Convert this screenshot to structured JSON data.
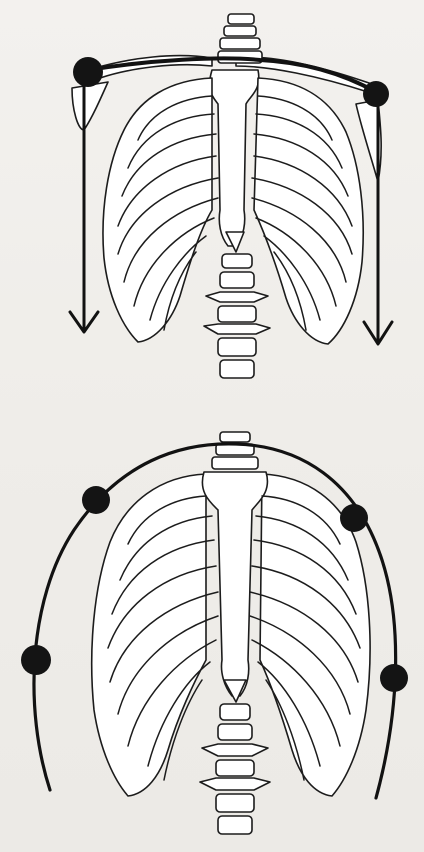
{
  "figure": {
    "panels": [
      {
        "id": "top",
        "arrows": [
          "left-down",
          "right-down"
        ],
        "joints": 2
      },
      {
        "id": "bottom",
        "arc": true,
        "joints": 4
      }
    ]
  },
  "colors": {
    "background": "#f1efeb",
    "ink": "#141414",
    "bone": "#ffffff"
  }
}
